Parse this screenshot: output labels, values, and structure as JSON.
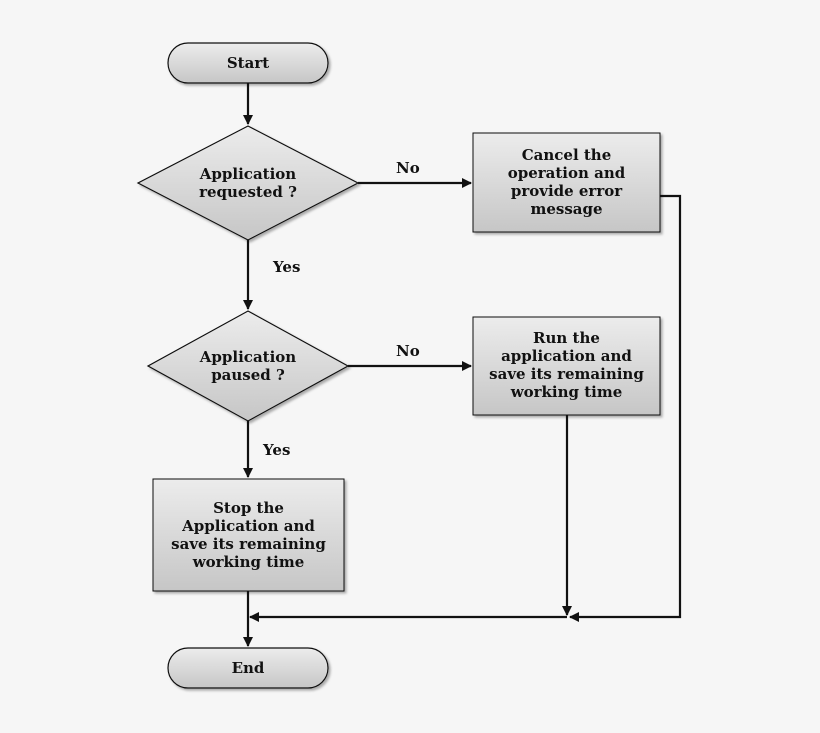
{
  "nodes": {
    "start": "Start",
    "decision_requested": "Application\nrequested ?",
    "decision_paused": "Application\npaused ?",
    "cancel": "Cancel the\noperation and\nprovide error\nmessage",
    "run": "Run the\napplication and\nsave its remaining\nworking time",
    "stop": "Stop the\nApplication and\nsave its remaining\nworking time",
    "end": "End"
  },
  "edges": {
    "requested_no": "No",
    "requested_yes": "Yes",
    "paused_no": "No",
    "paused_yes": "Yes"
  },
  "colors": {
    "box_fill_top": "#e8e8e8",
    "box_fill_bottom": "#c9c9c9",
    "stroke": "#111111",
    "background": "#f6f6f6"
  }
}
